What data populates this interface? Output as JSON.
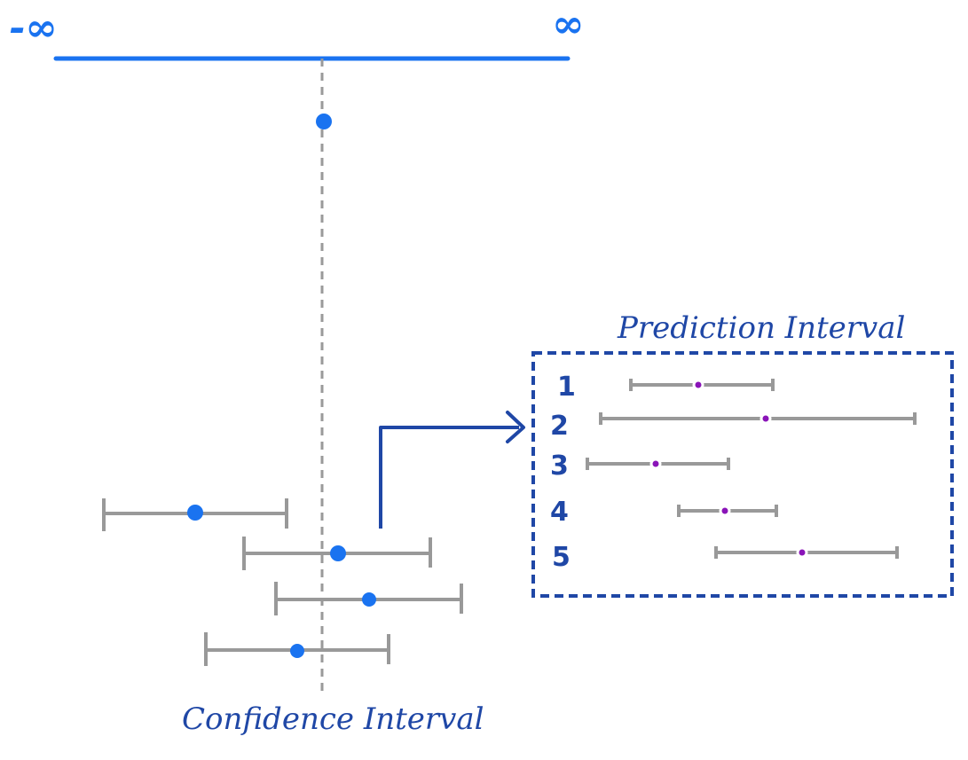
{
  "colors": {
    "blue": "#1a73f0",
    "dark_blue": "#1f47a6",
    "gray": "#999999",
    "dash_gray": "#9a9a9a",
    "purple": "#8a14b8"
  },
  "number_line": {
    "left_label": "-∞",
    "right_label": "∞"
  },
  "confidence_interval": {
    "label": "Confidence Interval",
    "interval_count": 4
  },
  "prediction_interval": {
    "title": "Prediction Interval",
    "rows": [
      {
        "index": "1"
      },
      {
        "index": "2"
      },
      {
        "index": "3"
      },
      {
        "index": "4"
      },
      {
        "index": "5"
      }
    ]
  }
}
